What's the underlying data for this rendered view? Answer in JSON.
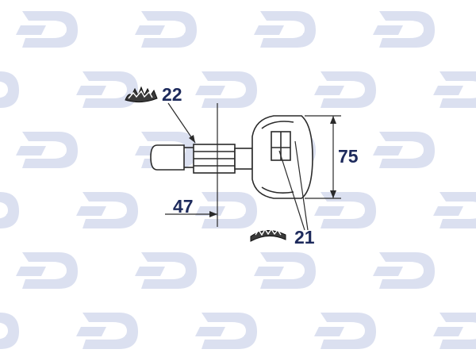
{
  "diagram": {
    "dimensions": {
      "outer_spline_teeth": "22",
      "inner_spline_teeth": "21",
      "shaft_length": "47",
      "housing_diameter": "75"
    },
    "colors": {
      "ink": "#2a2a2a",
      "label": "#1d2a5c",
      "watermark": "#dbe0f0",
      "background": "#ffffff"
    },
    "watermark_icon": "d-logo-icon"
  }
}
